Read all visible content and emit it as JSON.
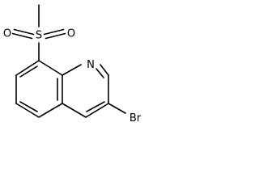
{
  "atoms": {
    "sulfur": "S",
    "oxygen_left": "O",
    "oxygen_right": "O",
    "nitrogen": "N",
    "bromine": "Br"
  },
  "colors": {
    "background": "#ffffff",
    "ink": "#000000"
  }
}
